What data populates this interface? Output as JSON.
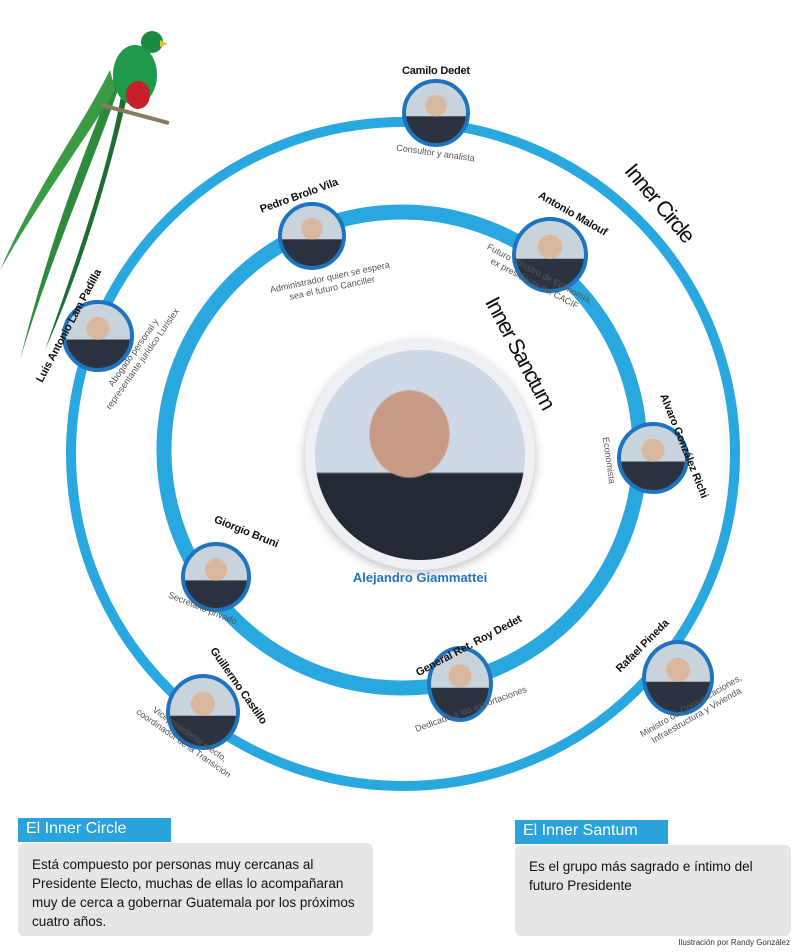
{
  "rings": {
    "outer_label": "Inner Circle",
    "inner_label": "Inner Sanctum",
    "color": "#29a8e0",
    "border_color": "#1f74bf"
  },
  "center": {
    "name": "Alejandro Giammattei",
    "name_color": "#1f74bf"
  },
  "people": [
    {
      "name": "Camilo Dedet",
      "role": [
        "Consultor y analista"
      ]
    },
    {
      "name": "Pedro Brolo Vila",
      "role": [
        "Administrador quien se espera",
        "sea el futuro Canciller"
      ]
    },
    {
      "name": "Antonio Malouf",
      "role": [
        "Futuro Ministro de Economía,",
        "ex presidente del CACIF"
      ]
    },
    {
      "name": "Luis Antonio Lam Padilla",
      "role": [
        "Abogado personal y",
        "representante jurídico Lurislex"
      ]
    },
    {
      "name": "Alvaro González Richi",
      "role": [
        "Economista"
      ]
    },
    {
      "name": "Giorgio Bruni",
      "role": [
        "Secretario privado"
      ]
    },
    {
      "name": "General Ret. Roy Dedet",
      "role": [
        "Dedicado a las exportaciones"
      ]
    },
    {
      "name": "Guillermo Castillo",
      "role": [
        "Vicepresidente electo,",
        "coordinador de la Transición"
      ]
    },
    {
      "name": "Rafael Pineda",
      "role": [
        "Ministro de Comunicaciones,",
        "Infraestructura y Vivienda"
      ]
    }
  ],
  "legend": {
    "inner_circle": {
      "title": "El Inner Circle",
      "text": "Está compuesto por personas muy cercanas al Presidente Electo, muchas de ellas lo acompañaran muy de cerca a gobernar Guatemala por los próximos cuatro años."
    },
    "inner_santum": {
      "title": "El Inner Santum",
      "text": "Es el grupo más sagrado e íntimo del futuro Presidente"
    }
  },
  "credit": "Ilustración por Randy González"
}
